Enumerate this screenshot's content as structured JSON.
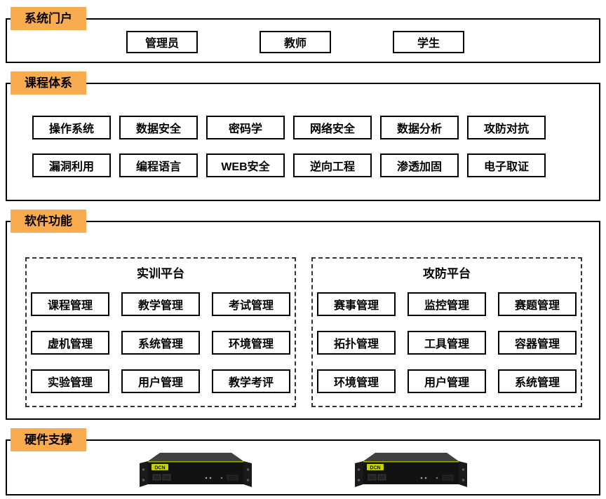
{
  "colors": {
    "accent": "#F9AC4F",
    "border": "#000000",
    "dashed_border": "#333333"
  },
  "sections": {
    "portal": {
      "label": "系统门户",
      "items": [
        "管理员",
        "教师",
        "学生"
      ]
    },
    "courses": {
      "label": "课程体系",
      "rows": [
        [
          "操作系统",
          "数据安全",
          "密码学",
          "网络安全",
          "数据分析",
          "攻防对抗"
        ],
        [
          "漏洞利用",
          "编程语言",
          "WEB安全",
          "逆向工程",
          "渗透加固",
          "电子取证"
        ]
      ]
    },
    "software": {
      "label": "软件功能",
      "platforms": [
        {
          "title": "实训平台",
          "items": [
            "课程管理",
            "教学管理",
            "考试管理",
            "虚机管理",
            "系统管理",
            "环境管理",
            "实验管理",
            "用户管理",
            "教学考评"
          ]
        },
        {
          "title": "攻防平台",
          "items": [
            "赛事管理",
            "监控管理",
            "赛题管理",
            "拓扑管理",
            "工具管理",
            "容器管理",
            "环境管理",
            "用户管理",
            "系统管理"
          ]
        }
      ]
    },
    "hardware": {
      "label": "硬件支撑",
      "server_brand": "DCN"
    }
  }
}
